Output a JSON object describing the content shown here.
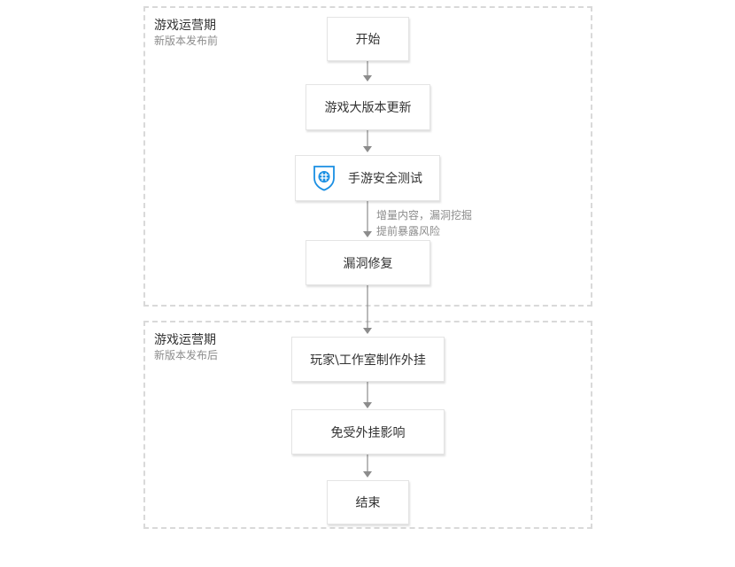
{
  "sections": [
    {
      "title": "游戏运营期",
      "subtitle": "新版本发布前"
    },
    {
      "title": "游戏运营期",
      "subtitle": "新版本发布后"
    }
  ],
  "nodes": {
    "start": "开始",
    "major_update": "游戏大版本更新",
    "security_test": "手游安全测试",
    "vuln_fix": "漏洞修复",
    "cheaters": "玩家\\工作室制作外挂",
    "immune": "免受外挂影响",
    "end": "结束"
  },
  "annotation": {
    "line1": "增量内容，漏洞挖掘",
    "line2": "提前暴露风险"
  },
  "icons": {
    "security_test": "shield-icon"
  },
  "colors": {
    "shield": "#1a8fe3",
    "arrow": "#8c8c8c",
    "dashed_border": "#d9d9d9"
  }
}
